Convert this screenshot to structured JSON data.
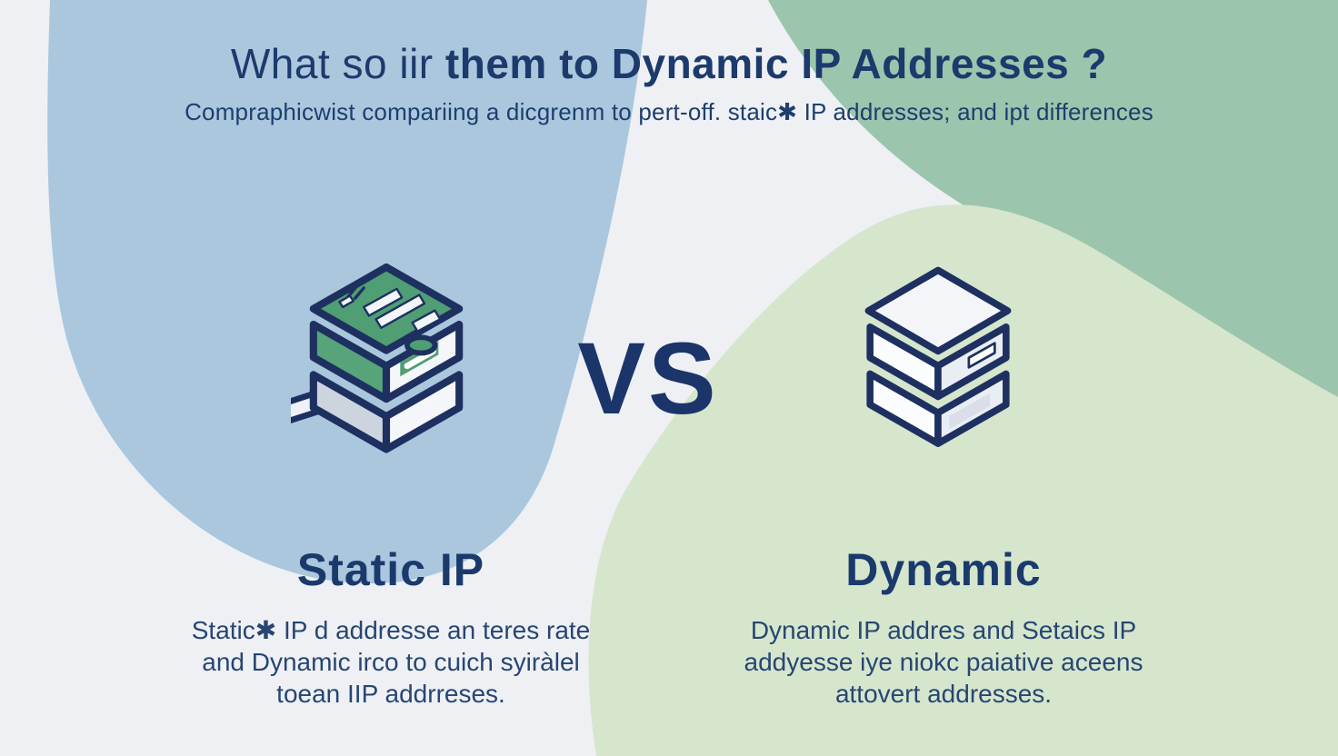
{
  "title": {
    "prefix": "What so iir",
    "emphasis": "them to Dynamic IP Addresses ?"
  },
  "subtitle": "Compraphicwist compariing a dicgrenm to pert-off. staic✱ IP addresses; and ipt differences",
  "vs_label": "VS",
  "static_column": {
    "heading": "Static IP",
    "line1": "Static✱ IP d addresse an teres rate",
    "line2": "and Dynamic irco to cuich syiràlel",
    "line3": "toean IIP addrreses."
  },
  "dynamic_column": {
    "heading": "Dynamic",
    "line1": "Dynamic IP addres and Setaics IP",
    "line2": "addyesse iye niokc paiative aceens",
    "line3": "attovert addresses."
  },
  "icons": {
    "static": "static-ip-server-icon",
    "dynamic": "dynamic-ip-server-icon"
  },
  "colors": {
    "background": "#eef0f4",
    "blue_blob": "#aac7de",
    "green_blob": "#9cc5ad",
    "light_green_blob": "#d5e6cd",
    "navy_text": "#1c3a6c",
    "icon_outline": "#1d3060",
    "icon_green": "#4f9e74",
    "icon_green_light": "#57a47b",
    "icon_white": "#f4f6fa",
    "icon_grey": "#ccd4de"
  }
}
